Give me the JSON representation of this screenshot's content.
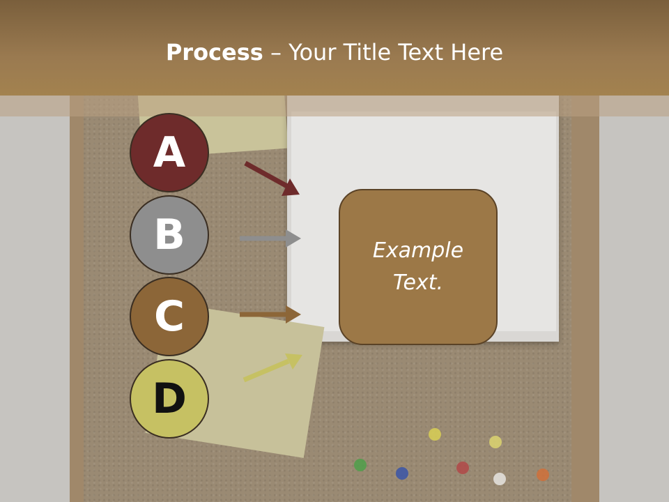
{
  "header": {
    "title_bold": "Process",
    "title_rest": " – Your Title Text Here"
  },
  "steps": [
    {
      "letter": "A",
      "color": "#6e2b2b"
    },
    {
      "letter": "B",
      "color": "#8e8e8e"
    },
    {
      "letter": "C",
      "color": "#8c6638"
    },
    {
      "letter": "D",
      "color": "#c6c163"
    }
  ],
  "example_box": {
    "text": "Example Text."
  },
  "colors": {
    "header_brown": "#9a7a50",
    "box_brown": "#9c7847"
  }
}
